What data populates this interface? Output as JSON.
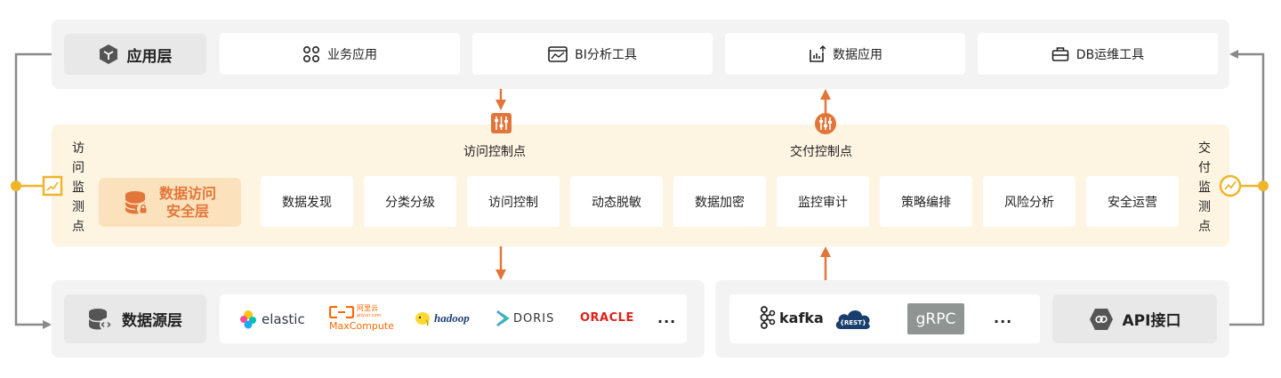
{
  "app_layer": {
    "title": "应用层",
    "items": [
      {
        "label": "业务应用",
        "icon": "apps-grid-icon"
      },
      {
        "label": "BI分析工具",
        "icon": "bi-report-icon"
      },
      {
        "label": "数据应用",
        "icon": "chart-upload-icon"
      },
      {
        "label": "DB运维工具",
        "icon": "toolbox-icon"
      }
    ]
  },
  "security_layer": {
    "title": "数据访问\n安全层",
    "access_point_label": "访问控制点",
    "delivery_point_label": "交付控制点",
    "left_monitor": "访问监测点",
    "right_monitor": "交付监测点",
    "controls": [
      "数据发现",
      "分类分级",
      "访问控制",
      "动态脱敏",
      "数据加密",
      "监控审计",
      "策略编排",
      "风险分析",
      "安全运营"
    ]
  },
  "source_layer": {
    "title": "数据源层",
    "sources": {
      "elastic": "elastic",
      "aliyun_cn": "阿里云",
      "aliyun_en": "aliyun.com",
      "maxcompute": "MaxCompute",
      "hadoop": "hadoop",
      "doris": "DORIS",
      "oracle": "ORACLE"
    },
    "more": "..."
  },
  "api_layer": {
    "title": "API接口",
    "sources": {
      "kafka": "kafka",
      "rest": "{REST}",
      "grpc": "gRPC"
    },
    "more": "..."
  },
  "colors": {
    "accent": "#e2763a",
    "monitor": "#f0b429",
    "panel_gray": "#f3f3f3",
    "panel_cream": "#fdf4e2",
    "connector": "#8a8a8a"
  }
}
